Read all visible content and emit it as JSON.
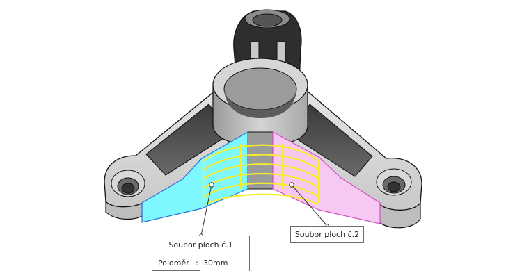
{
  "callout_1": {
    "title": "Soubor ploch č.1",
    "param_label": "Poloměr",
    "param_separator": ":",
    "param_value": "30mm"
  },
  "callout_2": {
    "title": "Soubor ploch č.2"
  },
  "colors": {
    "face_set_1": "#7ff7ff",
    "face_set_2": "#f7c8f2",
    "preview_curves": "#f5ee2a",
    "part_body": "#d0d0d0",
    "part_edges": "#111111"
  }
}
